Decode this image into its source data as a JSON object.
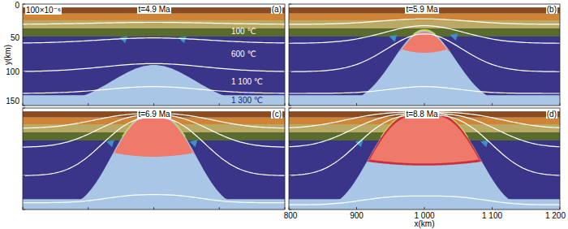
{
  "diagram": {
    "labels": [
      "0",
      "50",
      "100",
      "150",
      "y(km)",
      "100×10⁻⁶",
      "t=4.9 Ma",
      "(a)",
      "100 ℃",
      "600 ℃",
      "1 100 ℃",
      "1 300 ℃",
      "t=5.9 Ma",
      "(b)",
      "t=6.9 Ma",
      "(c)",
      "t=8.8 Ma",
      "(d)",
      "800",
      "900",
      "1 000",
      "1 100",
      "1 200",
      "x(km)"
    ]
  }
}
